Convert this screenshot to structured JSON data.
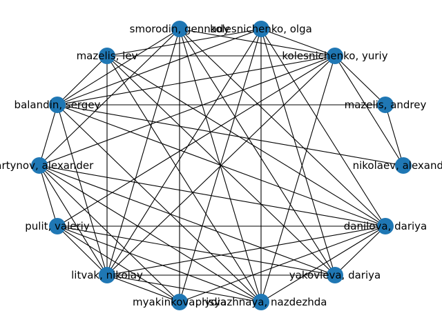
{
  "colors": {
    "node": "#1f77b4",
    "edge": "#000000",
    "label": "#000000",
    "background": "#ffffff"
  },
  "nodes": [
    {
      "id": "smorodin",
      "label": "smorodin, gennady"
    },
    {
      "id": "kolesnichenko_olga",
      "label": "kolesnichenko, olga"
    },
    {
      "id": "mazelis_lev",
      "label": "mazelis, lev"
    },
    {
      "id": "kolesnichenko_yuriy",
      "label": "kolesnichenko, yuriy"
    },
    {
      "id": "balandin",
      "label": "balandin, sergey"
    },
    {
      "id": "mazelis_andrey",
      "label": "mazelis, andrey"
    },
    {
      "id": "martynov",
      "label": "martynov, alexander"
    },
    {
      "id": "nikolaev",
      "label": "nikolaev, alexander"
    },
    {
      "id": "pulit",
      "label": "pulit, valeriy"
    },
    {
      "id": "danilova",
      "label": "danilova, dariya"
    },
    {
      "id": "litvak",
      "label": "litvak, nikolay"
    },
    {
      "id": "yakovleva",
      "label": "yakovleva, dariya"
    },
    {
      "id": "myakinkova",
      "label": "myakinkova, lydia"
    },
    {
      "id": "prisyazhnaya",
      "label": "prisyazhnaya, nazdezhda"
    }
  ],
  "edges": [
    [
      "smorodin",
      "kolesnichenko_yuriy"
    ],
    [
      "smorodin",
      "balandin"
    ],
    [
      "smorodin",
      "danilova"
    ],
    [
      "smorodin",
      "litvak"
    ],
    [
      "smorodin",
      "yakovleva"
    ],
    [
      "smorodin",
      "myakinkova"
    ],
    [
      "smorodin",
      "prisyazhnaya"
    ],
    [
      "smorodin",
      "martynov"
    ],
    [
      "kolesnichenko_olga",
      "mazelis_lev"
    ],
    [
      "kolesnichenko_olga",
      "kolesnichenko_yuriy"
    ],
    [
      "kolesnichenko_olga",
      "balandin"
    ],
    [
      "kolesnichenko_olga",
      "danilova"
    ],
    [
      "kolesnichenko_olga",
      "litvak"
    ],
    [
      "kolesnichenko_olga",
      "yakovleva"
    ],
    [
      "kolesnichenko_olga",
      "myakinkova"
    ],
    [
      "kolesnichenko_olga",
      "prisyazhnaya"
    ],
    [
      "mazelis_lev",
      "kolesnichenko_yuriy"
    ],
    [
      "mazelis_lev",
      "balandin"
    ],
    [
      "mazelis_lev",
      "litvak"
    ],
    [
      "mazelis_lev",
      "danilova"
    ],
    [
      "mazelis_lev",
      "yakovleva"
    ],
    [
      "mazelis_lev",
      "prisyazhnaya"
    ],
    [
      "kolesnichenko_yuriy",
      "balandin"
    ],
    [
      "kolesnichenko_yuriy",
      "martynov"
    ],
    [
      "kolesnichenko_yuriy",
      "pulit"
    ],
    [
      "kolesnichenko_yuriy",
      "litvak"
    ],
    [
      "kolesnichenko_yuriy",
      "prisyazhnaya"
    ],
    [
      "kolesnichenko_yuriy",
      "mazelis_andrey"
    ],
    [
      "kolesnichenko_yuriy",
      "nikolaev"
    ],
    [
      "balandin",
      "mazelis_andrey"
    ],
    [
      "balandin",
      "nikolaev"
    ],
    [
      "balandin",
      "martynov"
    ],
    [
      "balandin",
      "danilova"
    ],
    [
      "balandin",
      "litvak"
    ],
    [
      "balandin",
      "prisyazhnaya"
    ],
    [
      "mazelis_andrey",
      "nikolaev"
    ],
    [
      "martynov",
      "danilova"
    ],
    [
      "martynov",
      "yakovleva"
    ],
    [
      "martynov",
      "litvak"
    ],
    [
      "martynov",
      "pulit"
    ],
    [
      "martynov",
      "myakinkova"
    ],
    [
      "martynov",
      "prisyazhnaya"
    ],
    [
      "pulit",
      "danilova"
    ],
    [
      "pulit",
      "litvak"
    ],
    [
      "pulit",
      "yakovleva"
    ],
    [
      "pulit",
      "myakinkova"
    ],
    [
      "pulit",
      "prisyazhnaya"
    ],
    [
      "danilova",
      "litvak"
    ],
    [
      "danilova",
      "yakovleva"
    ],
    [
      "danilova",
      "myakinkova"
    ],
    [
      "danilova",
      "prisyazhnaya"
    ],
    [
      "litvak",
      "yakovleva"
    ],
    [
      "litvak",
      "myakinkova"
    ],
    [
      "litvak",
      "prisyazhnaya"
    ]
  ]
}
